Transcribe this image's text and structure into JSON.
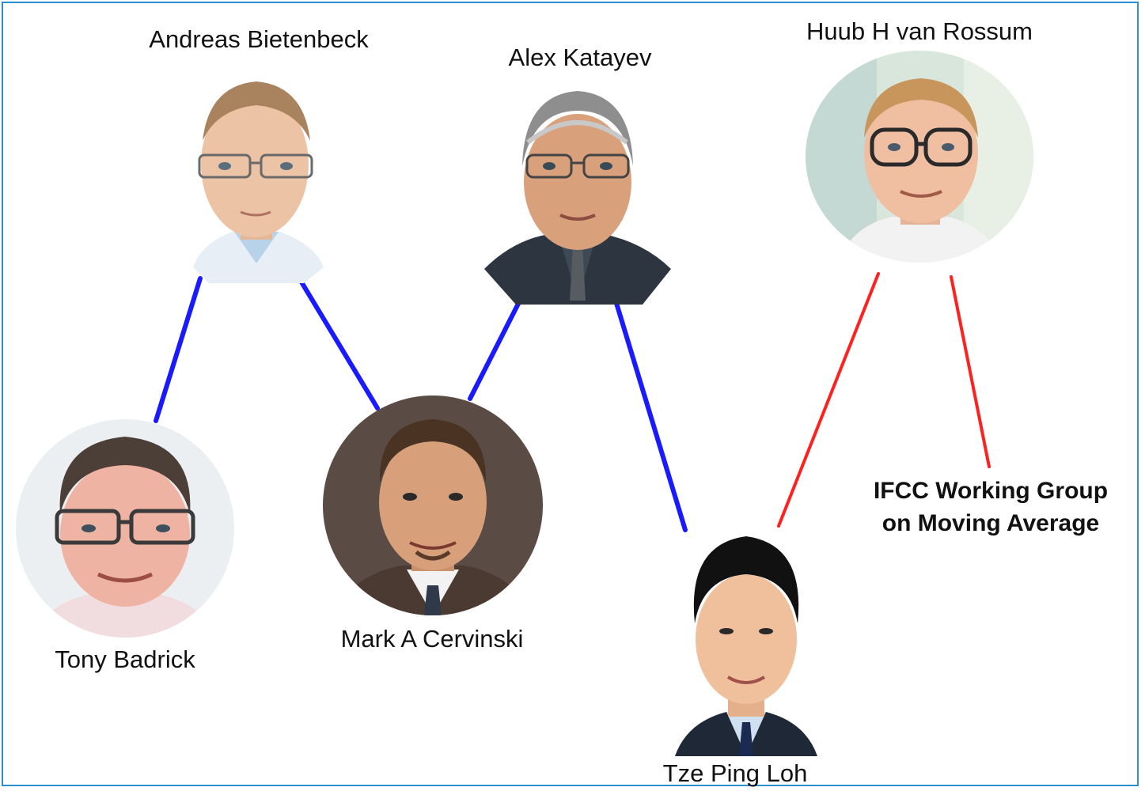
{
  "colors": {
    "frame": "#2a8fd0",
    "collaboration_link": "#1a1aff",
    "working_group_link": "#ff2020"
  },
  "people": [
    {
      "id": "andreas",
      "name": "Andreas Bietenbeck",
      "icon": "portrait-andreas-bietenbeck"
    },
    {
      "id": "alex",
      "name": "Alex Katayev",
      "icon": "portrait-alex-katayev"
    },
    {
      "id": "huub",
      "name": "Huub H van Rossum",
      "icon": "portrait-huub-van-rossum"
    },
    {
      "id": "tony",
      "name": "Tony Badrick",
      "icon": "portrait-tony-badrick"
    },
    {
      "id": "mark",
      "name": "Mark A Cervinski",
      "icon": "portrait-mark-cervinski"
    },
    {
      "id": "tze",
      "name": "Tze Ping Loh",
      "icon": "portrait-tze-ping-loh"
    }
  ],
  "working_group": {
    "line1": "IFCC Working Group",
    "line2": "on Moving Average"
  },
  "links": [
    {
      "from": "Andreas Bietenbeck",
      "to": "Tony Badrick",
      "type": "collaboration"
    },
    {
      "from": "Andreas Bietenbeck",
      "to": "Mark A Cervinski",
      "type": "collaboration"
    },
    {
      "from": "Alex Katayev",
      "to": "Mark A Cervinski",
      "type": "collaboration"
    },
    {
      "from": "Alex Katayev",
      "to": "Tze Ping Loh",
      "type": "collaboration"
    },
    {
      "from": "Huub H van Rossum",
      "to": "Tze Ping Loh",
      "type": "working-group"
    },
    {
      "from": "Huub H van Rossum",
      "to": "IFCC Working Group on Moving Average",
      "type": "working-group"
    }
  ]
}
